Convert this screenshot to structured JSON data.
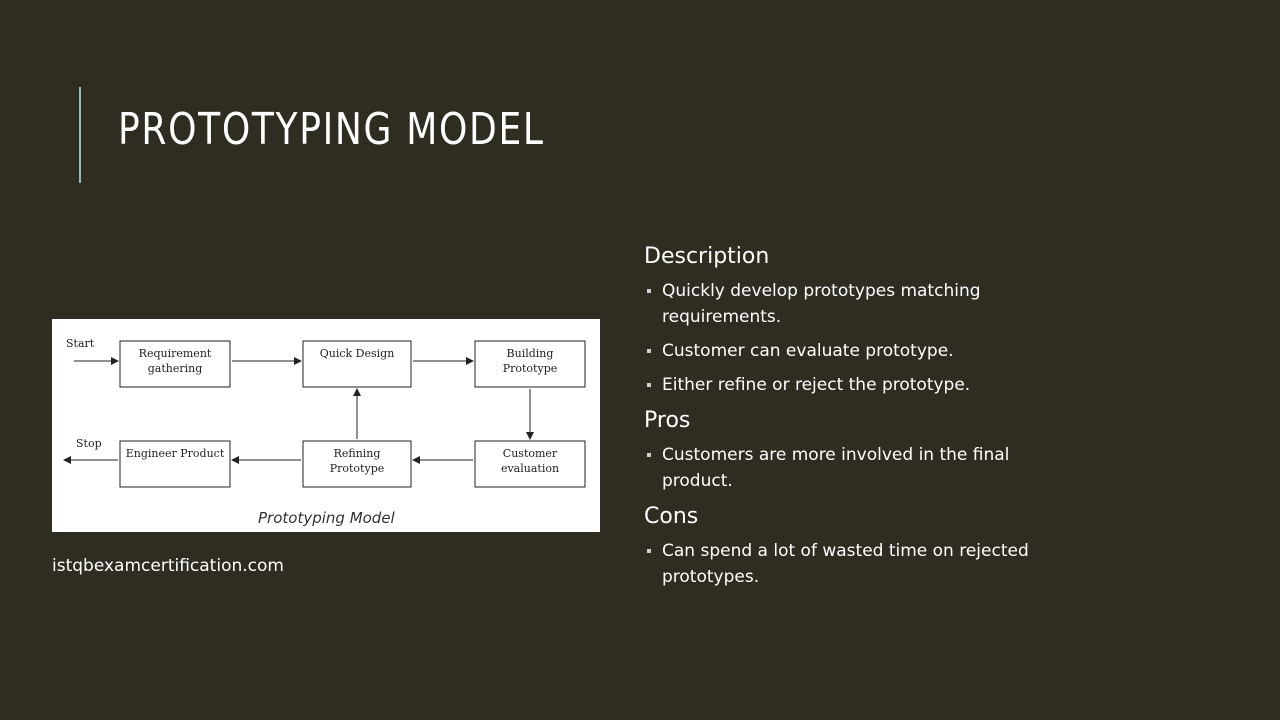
{
  "slide": {
    "title": "PROTOTYPING MODEL",
    "source": "istqbexamcertification.com"
  },
  "diagram": {
    "start_label": "Start",
    "stop_label": "Stop",
    "boxes": {
      "requirement": [
        "Requirement",
        "gathering"
      ],
      "quick_design": [
        "Quick Design"
      ],
      "building": [
        "Building",
        "Prototype"
      ],
      "customer_eval": [
        "Customer",
        "evaluation"
      ],
      "refining": [
        "Refining",
        "Prototype"
      ],
      "engineer": [
        "Engineer Product"
      ]
    },
    "caption": "Prototyping Model"
  },
  "sections": [
    {
      "heading": "Description",
      "bullets": [
        "Quickly develop prototypes matching requirements.",
        "Customer can evaluate prototype.",
        "Either refine or reject the prototype."
      ]
    },
    {
      "heading": "Pros",
      "bullets": [
        "Customers are more involved in the final product."
      ]
    },
    {
      "heading": "Cons",
      "bullets": [
        "Can spend a lot of wasted time on rejected prototypes."
      ]
    }
  ]
}
